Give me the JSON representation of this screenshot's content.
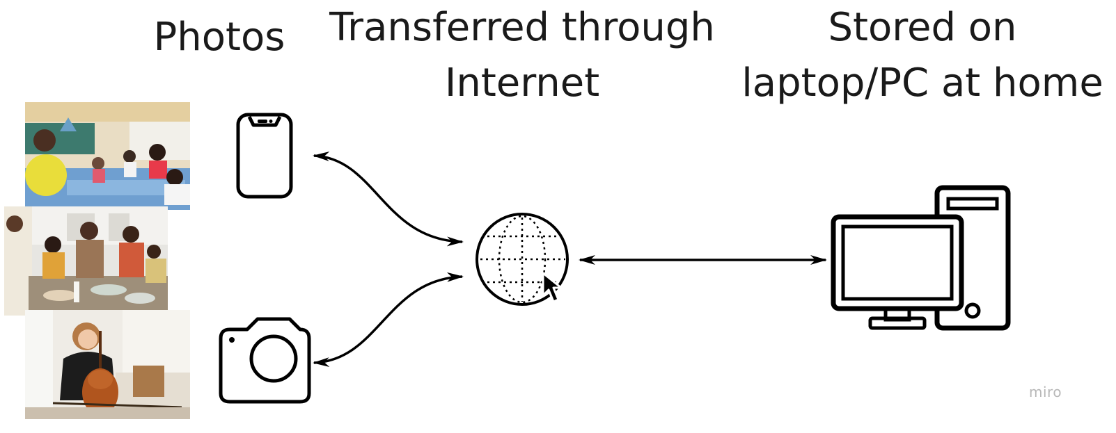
{
  "headings": {
    "photos": "Photos",
    "transfer_line1": "Transferred through",
    "transfer_line2": "Internet",
    "storage_line1": "Stored on",
    "storage_line2": "laptop/PC at home"
  },
  "photos": [
    {
      "name": "classroom-photo",
      "subject": "teacher with children at classroom table"
    },
    {
      "name": "family-dinner-photo",
      "subject": "family preparing food at kitchen table"
    },
    {
      "name": "cello-photo",
      "subject": "girl playing cello in living room"
    }
  ],
  "icons": {
    "phone": "smartphone-icon",
    "camera": "camera-icon",
    "internet": "globe-with-cursor-icon",
    "computer": "desktop-computer-icon"
  },
  "watermark": "miro",
  "colors": {
    "ink": "#000000",
    "text": "#1a1a1a",
    "watermark": "#b8b8b8"
  }
}
